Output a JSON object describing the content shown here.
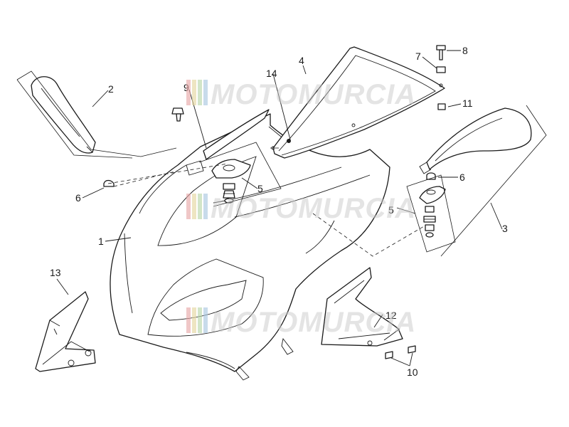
{
  "watermark": {
    "text": "MOTOMURCIA",
    "stripe_colors": [
      "#e8a6a6",
      "#e6d7a0",
      "#b8d7a8",
      "#a8c8e0"
    ]
  },
  "callouts": [
    "1",
    "2",
    "3",
    "4",
    "5",
    "5",
    "6",
    "6",
    "7",
    "8",
    "9",
    "10",
    "11",
    "12",
    "13",
    "14"
  ]
}
